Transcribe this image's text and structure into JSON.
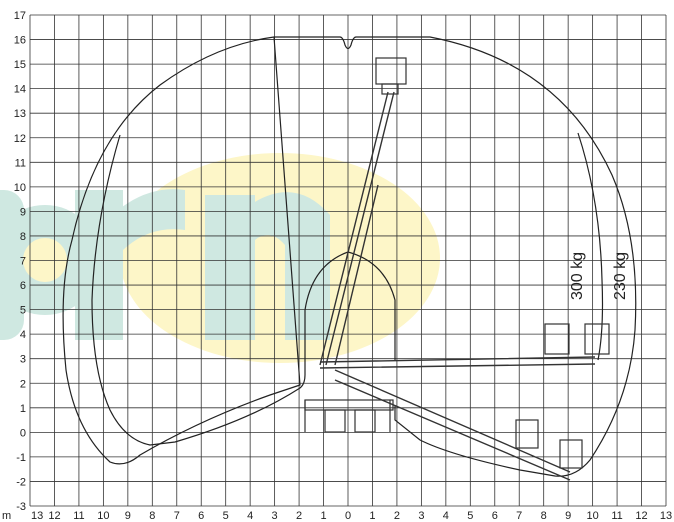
{
  "diagram": {
    "x_axis": {
      "unit_prefix": "m",
      "ticks": [
        "13",
        "12",
        "11",
        "10",
        "9",
        "8",
        "7",
        "6",
        "5",
        "4",
        "3",
        "2",
        "1",
        "0",
        "1",
        "2",
        "3",
        "4",
        "5",
        "6",
        "7",
        "8",
        "9",
        "10",
        "11",
        "12",
        "13"
      ]
    },
    "y_axis": {
      "ticks": [
        "17",
        "16",
        "15",
        "14",
        "13",
        "12",
        "11",
        "10",
        "9",
        "8",
        "7",
        "6",
        "5",
        "4",
        "3",
        "2",
        "1",
        "0",
        "-1",
        "-2",
        "-3"
      ]
    },
    "capacity_labels": [
      {
        "text": "300 kg"
      },
      {
        "text": "230 kg"
      }
    ],
    "watermark": {
      "text": "prn",
      "colors": {
        "primary": "#cfe8e1",
        "accent": "#fdf6c8"
      }
    }
  }
}
